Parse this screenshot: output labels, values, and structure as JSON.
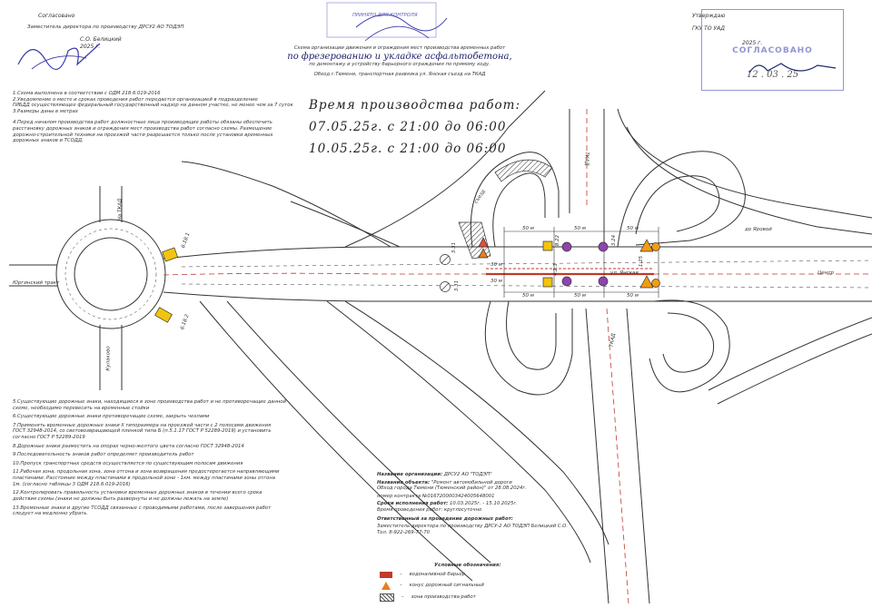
{
  "header_left": {
    "title": "Согласовано",
    "position": "Заместитель директора по производству ДРСУ2 АО ТОДЭП",
    "name": "С.О. Белицкий",
    "year": "2025 г."
  },
  "header_center": {
    "stamp_text": "ПРИНЯТО ДЛЯ КОНТРОЛЯ",
    "title_line1": "Схема организации движения и ограждения мест производства временных работ",
    "title_handwritten": "по фрезерованию и укладке асфальтобетона,",
    "title_line2": "по демонтажу и устройству барьерного ограждения по прямому ходу.",
    "title_line3": "Обход г.Тюмени, транспортная развязка ул. Янская съезд на ТКАД"
  },
  "header_right": {
    "title": "Утверждаю",
    "org": "ГКУ ТО УАД",
    "year": "2025 г.",
    "stamp_text": "СОГЛАСОВАНО",
    "stamp_date": "12 . 03 . 25"
  },
  "time_note": {
    "heading": "Время производства работ:",
    "line1": "07.05.25г. с 21:00 до 06:00",
    "line2": "10.05.25г. с 21:00 до 06:00"
  },
  "notes_top": [
    "1.Схема выполнена в соответствии с ОДМ 218.6.019-2016",
    "2.Уведомление о месте и сроках проведения работ передается организацией в подразделение",
    "ГИБДД осуществляющее федеральный государственный надзор на данном участке, не менее чем за 7 суток",
    "3.Размеры даны в метрах",
    "4.Перед началом производства работ должностные лица производящие работы обязаны обеспечить",
    "расстановку дорожных знаков и ограждения мест производства работ согласно схемы. Размещение",
    "дорожно-строительной техники на проезжей части разрешается только после установки временных",
    "дорожных знаков и ТСОДД."
  ],
  "notes_bottom": [
    "5.Существующие дорожные знаки, находящиеся в зоне производства работ и не противоречащие данной",
    "схеме, необходимо перевесить на временные стойки",
    "6.Существующие дорожные знаки противоречащие схеме, закрыть чехлами",
    "7.Применять временные дорожные знаки II типоразмера на проезжей части с 2 полосами движения",
    "ГОСТ 32948-2014, со световозвращающей пленкой типа Б (п.5.1.17 ГОСТ Р 52289-2019) и установить",
    "согласно ГОСТ Р 52289-2019",
    "8.Дорожные знаки разместить на опорах черно-желтого цвета согласно ГОСТ 32948-2014",
    "9.Последовательность знаков работ определяет производитель работ",
    "10.Пропуск транспортных средств осуществляется по существующим полосам движения",
    "11.Рабочая зона, продольная зона, зона отгона и зона возвращения предостерегается направляющими",
    "пластинами. Расстояние между пластинами в продольной зоне - 1км. между пластинами зоны отгона",
    "1м. (согласно таблицы 3 ОДМ 218.6.019-2016)",
    "12.Контролировать правильность установки временных дорожных знаков в течении всего срока",
    "действия схемы (знаки не должны быть развернуты и не должны лежать на земле)",
    "13.Временные знаки и другие ТСОДД связанные с проводимыми работами, после завершения работ",
    "следует на медленно убрать."
  ],
  "org_info": [
    {
      "k": "Название организации:",
      "v": "ДРСУ2 АО \"ТОДЭП\""
    },
    {
      "k": "Название объекта:",
      "v": "\"Ремонт автомобильной дороги"
    },
    {
      "k": "",
      "v": "Обход города Тюмени (Тюменский район)\" от 28.08.2024г."
    },
    {
      "k": "",
      "v": "номер контракта №0167200003424005648001"
    },
    {
      "k": "Сроки исполнения работ:",
      "v": "10.03.2025г. - 15.10.2025г."
    },
    {
      "k": "",
      "v": "Время проведения работ: круглосуточно"
    },
    {
      "k": "Ответственный за проведение дорожных работ:",
      "v": ""
    },
    {
      "k": "",
      "v": "Заместитель директора по производству ДРСУ-2 АО ТОДЭП Белицкий С.О."
    },
    {
      "k": "",
      "v": "Тел. 8-922-269-77-70"
    }
  ],
  "legend": {
    "title": "Условные обозначения:",
    "items": [
      {
        "label": "водоналивной барьер",
        "color": "#c0392b"
      },
      {
        "label": "конус дорожный сигнальный",
        "color": "#e67e22"
      },
      {
        "label": "зона производства работ",
        "color": "#555555"
      }
    ]
  },
  "road_labels": {
    "yurginsky": "Юргинский тракт",
    "tkad_top": "ТКАД",
    "tkad_bottom": "ТКАД",
    "yanskaya": "ул. Янская",
    "center": "Центр",
    "to_tkad": "На ТКАД",
    "kulakovo": "Кулаково",
    "upgrade": "до Яровой",
    "ramp": "съезд"
  },
  "dims": [
    "50 м",
    "50 м",
    "50 м",
    "50 м",
    "50 м",
    "50 м",
    "30 м",
    "30 м"
  ],
  "signs": [
    "6.18.1",
    "6.18.2",
    "3.31",
    "3.31",
    "1.25",
    "3.24",
    "8.22",
    "4.2.1"
  ]
}
